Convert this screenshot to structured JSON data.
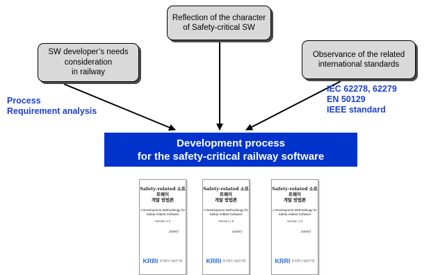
{
  "callouts": {
    "left": "SW developer’s needs\nconsideration\nin railway",
    "middle": "Reflection of the character\nof Safety-critical SW",
    "right": "Observance of the related\ninternational standards"
  },
  "side_labels": {
    "left": "Process\nRequirement analysis",
    "right": "IEC 62278, 62279\nEN 50129\nIEEE standard"
  },
  "banner": "Development process\nfor the safety-critical railway software",
  "documents": [
    {
      "title": "Safety-related  소프트웨어\n개발 방법론",
      "subtitle": "A Development Methodology for\nSafety-related Software",
      "version": "Version 1.0",
      "date": "2009년",
      "logo_mark": "KRRI",
      "logo_text": "한국철도기술연구원"
    },
    {
      "title": "Safety-related  소프트웨어\n개발 방법론",
      "subtitle": "A Development Methodology for\nSafety-related Software",
      "version": "Version 1.0",
      "date": "2009년",
      "logo_mark": "KRRI",
      "logo_text": "한국철도기술연구원"
    },
    {
      "title": "Safety-related  소프트웨어\n개발 방법론",
      "subtitle": "A Development Methodology for\nSafety-related Software",
      "version": "Version 1.0",
      "date": "2009년",
      "logo_mark": "KRRI",
      "logo_text": "한국철도기술연구원"
    }
  ],
  "colors": {
    "label_blue": "#1c3fd0",
    "banner_blue": "#0033cc",
    "callout_gray": "#d9d9d9"
  }
}
